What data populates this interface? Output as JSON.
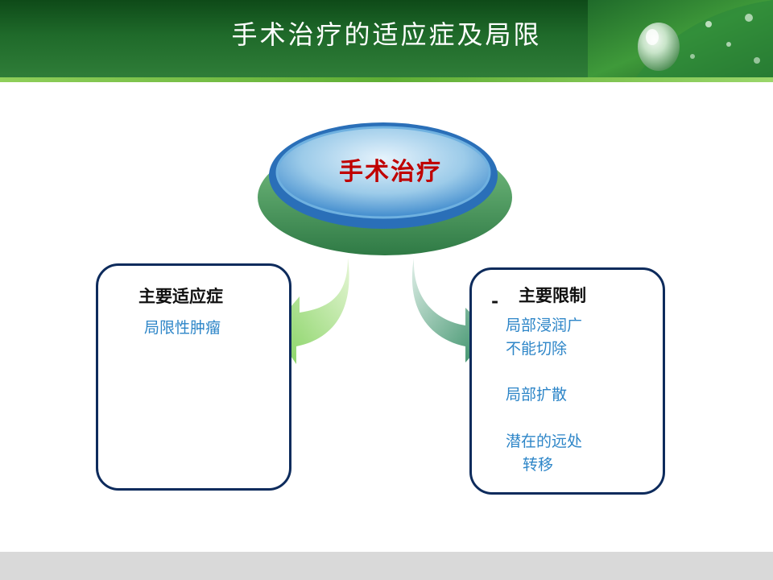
{
  "title": "手术治疗的适应症及局限",
  "center": {
    "label": "手术治疗"
  },
  "indications": {
    "title": "主要适应症",
    "items": [
      "局限性肿瘤"
    ]
  },
  "limitations": {
    "bullet": "-",
    "title": "主要限制",
    "items": [
      {
        "line1": "局部浸润广",
        "line2": "不能切除"
      },
      {
        "line1": "局部扩散",
        "line2": ""
      },
      {
        "line1": "潜在的远处",
        "line2": "转移"
      }
    ]
  },
  "colors": {
    "header_green": "#1f6a2a",
    "accent_light_green": "#8fcf5a",
    "center_text": "#c00000",
    "panel_border": "#0d2b5c",
    "body_blue": "#2e86c8",
    "ellipse_blue": "#2f7fc8",
    "ellipse_base_green": "#5fae6a"
  }
}
